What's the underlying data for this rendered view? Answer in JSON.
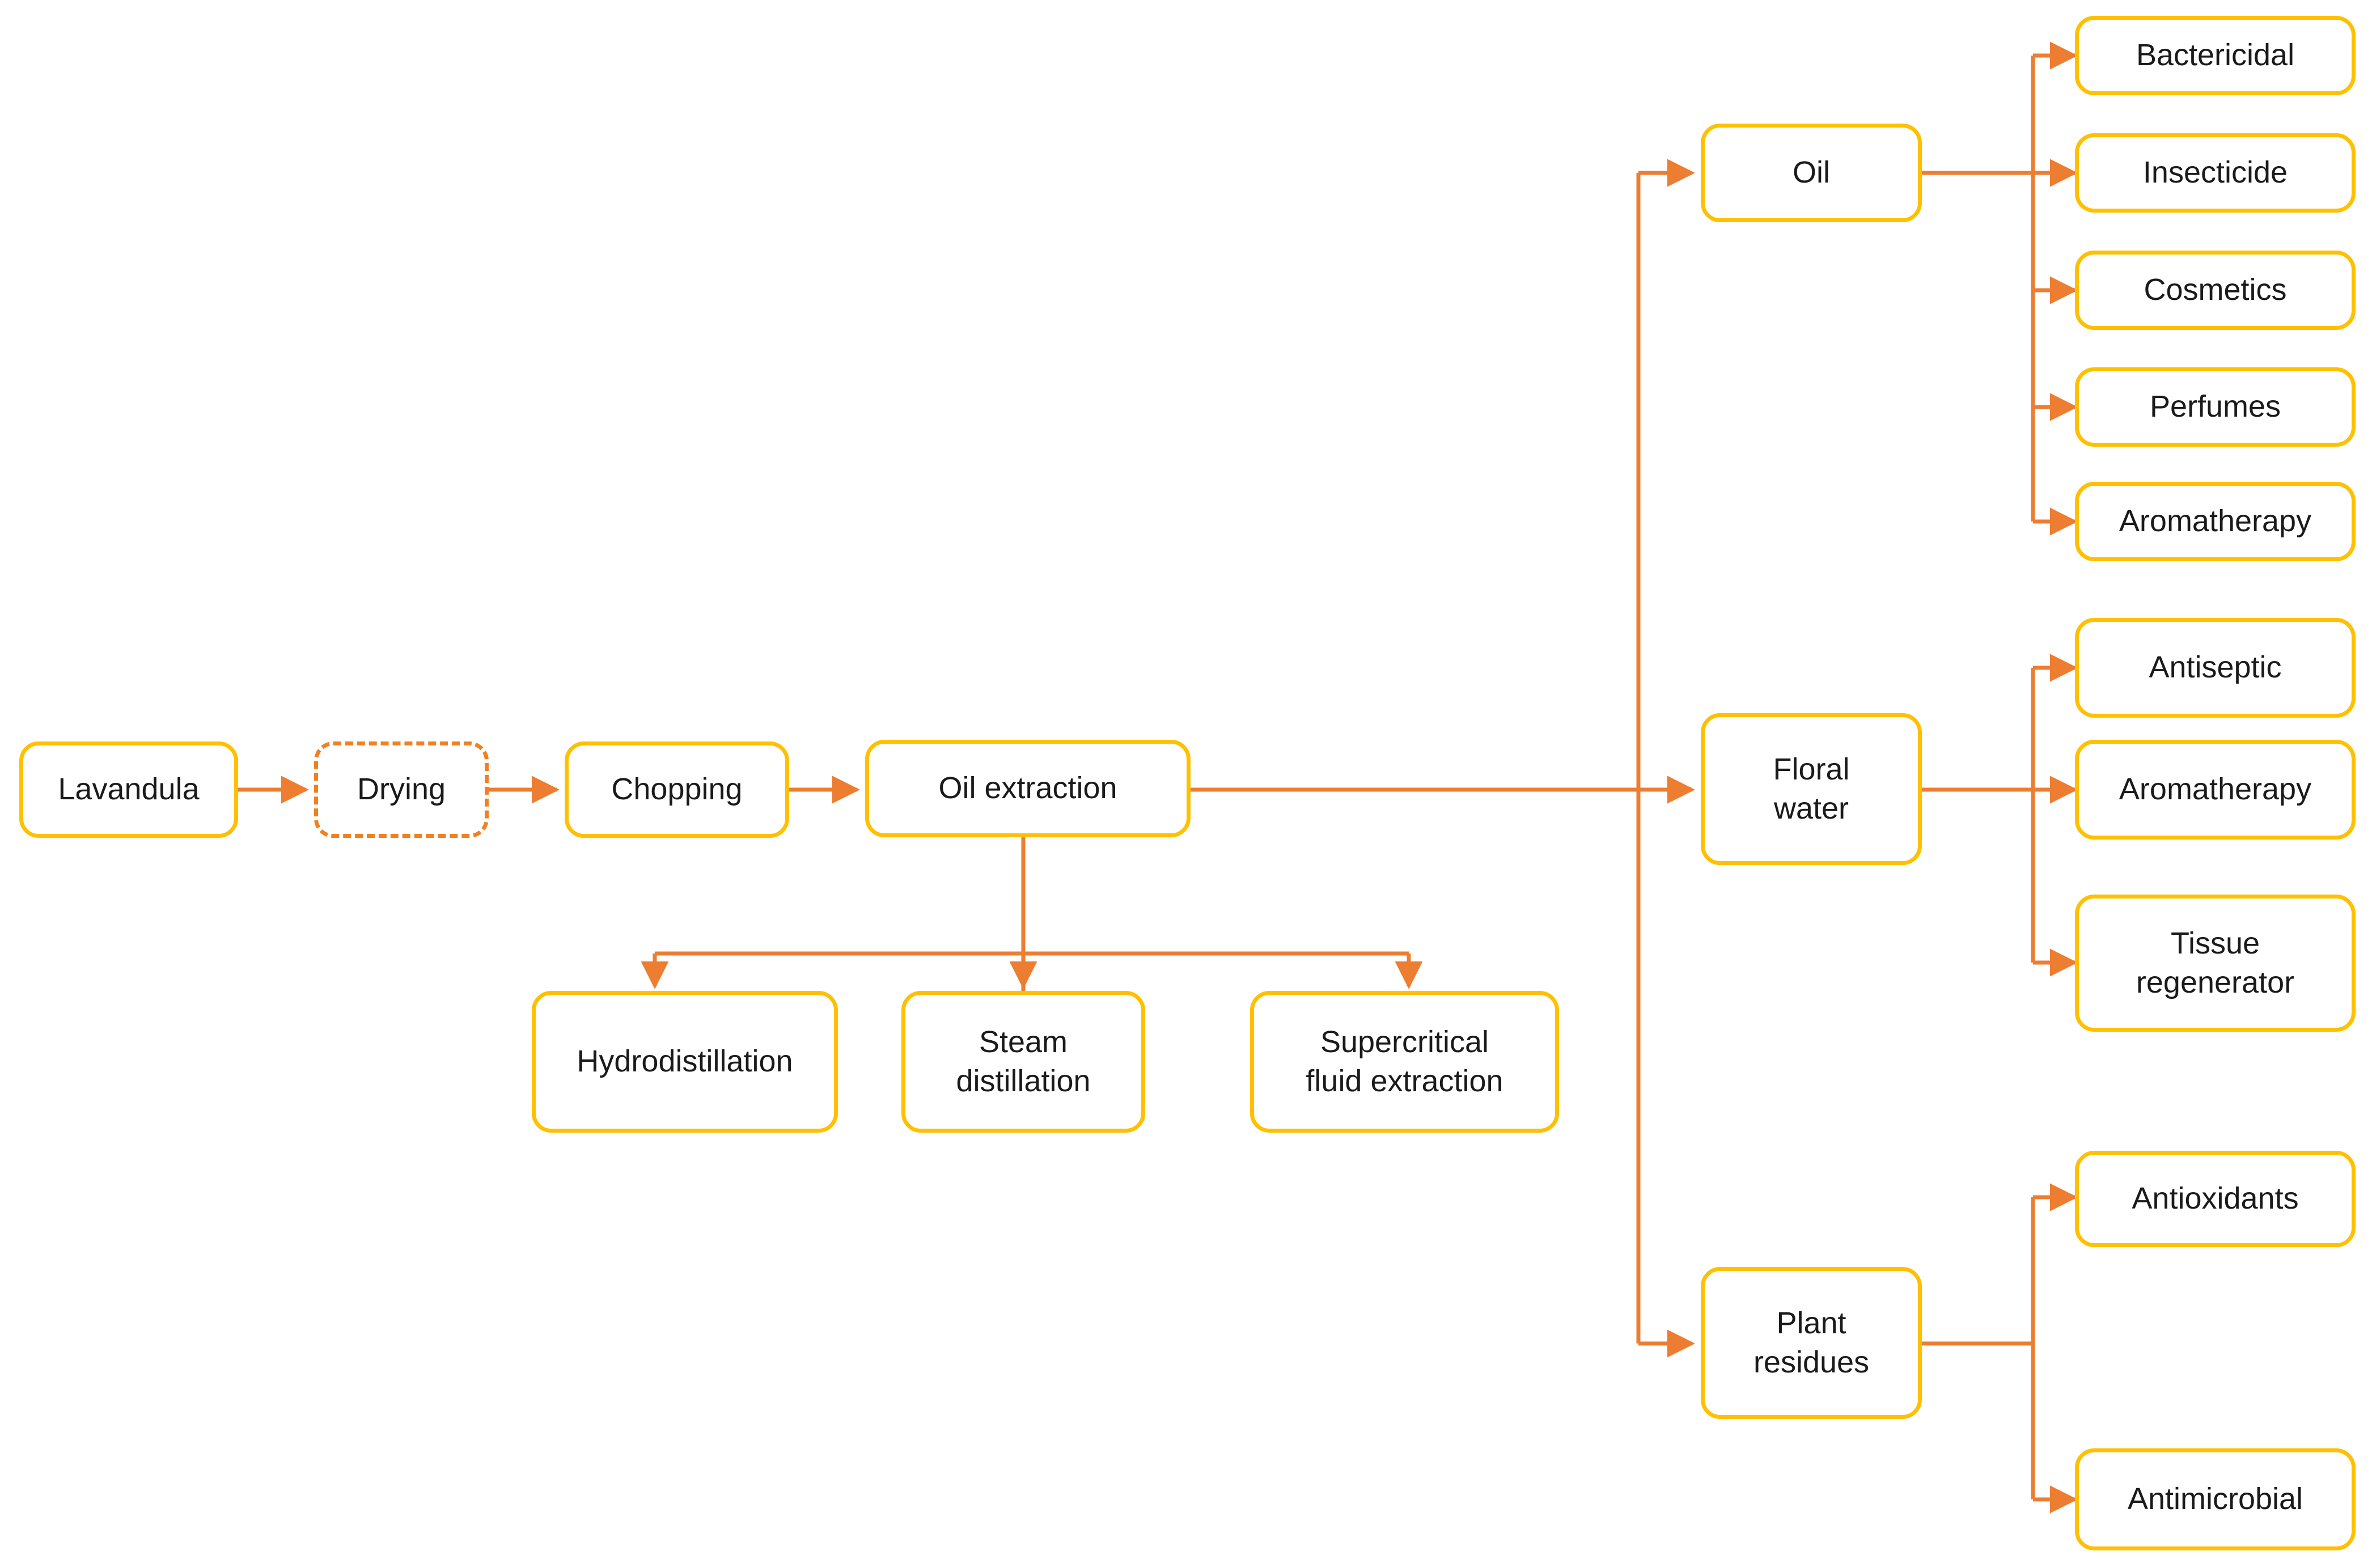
{
  "diagram": {
    "title": "Lavandula processing and applications flowchart",
    "colors": {
      "node_border": "#FFC000",
      "dashed_node_border": "#F08020",
      "connector": "#ED7D31",
      "node_fill": "#FFFFFF",
      "text": "#1A1A1A"
    },
    "nodes": {
      "lavandula": {
        "label": "Lavandula",
        "style": "solid"
      },
      "drying": {
        "label": "Drying",
        "style": "dashed"
      },
      "chopping": {
        "label": "Chopping",
        "style": "solid"
      },
      "oil_extraction": {
        "label": "Oil extraction",
        "style": "solid"
      },
      "hydrodistillation": {
        "label": "Hydrodistillation",
        "style": "solid"
      },
      "steam_distillation": {
        "label": "Steam\ndistillation",
        "style": "solid"
      },
      "supercritical_fluid_extraction": {
        "label": "Supercritical\nfluid extraction",
        "style": "solid"
      },
      "oil": {
        "label": "Oil",
        "style": "solid"
      },
      "floral_water": {
        "label": "Floral\nwater",
        "style": "solid"
      },
      "plant_residues": {
        "label": "Plant\nresidues",
        "style": "solid"
      },
      "bactericidal": {
        "label": "Bactericidal",
        "style": "solid"
      },
      "insecticide": {
        "label": "Insecticide",
        "style": "solid"
      },
      "cosmetics": {
        "label": "Cosmetics",
        "style": "solid"
      },
      "perfumes": {
        "label": "Perfumes",
        "style": "solid"
      },
      "aromatherapy_oil": {
        "label": "Aromatherapy",
        "style": "solid"
      },
      "antiseptic": {
        "label": "Antiseptic",
        "style": "solid"
      },
      "aromatherapy_water": {
        "label": "Aromatherapy",
        "style": "solid"
      },
      "tissue_regenerator": {
        "label": "Tissue\nregenerator",
        "style": "solid"
      },
      "antioxidants": {
        "label": "Antioxidants",
        "style": "solid"
      },
      "antimicrobial": {
        "label": "Antimicrobial",
        "style": "solid"
      }
    },
    "groups": {
      "oil_products": [
        "Bactericidal",
        "Insecticide",
        "Cosmetics",
        "Perfumes",
        "Aromatherapy"
      ],
      "floral_water_products": [
        "Antiseptic",
        "Aromatherapy",
        "Tissue regenerator"
      ],
      "plant_residue_products": [
        "Antioxidants",
        "Antimicrobial"
      ],
      "extraction_methods": [
        "Hydrodistillation",
        "Steam distillation",
        "Supercritical fluid extraction"
      ],
      "process_chain": [
        "Lavandula",
        "Drying",
        "Chopping",
        "Oil extraction"
      ],
      "outputs": [
        "Oil",
        "Floral water",
        "Plant residues"
      ]
    },
    "edges": [
      {
        "from": "Lavandula",
        "to": "Drying"
      },
      {
        "from": "Drying",
        "to": "Chopping"
      },
      {
        "from": "Chopping",
        "to": "Oil extraction"
      },
      {
        "from": "Oil extraction",
        "to": "Hydrodistillation"
      },
      {
        "from": "Oil extraction",
        "to": "Steam distillation"
      },
      {
        "from": "Oil extraction",
        "to": "Supercritical fluid extraction"
      },
      {
        "from": "Oil extraction",
        "to": "Oil"
      },
      {
        "from": "Oil extraction",
        "to": "Floral water"
      },
      {
        "from": "Oil extraction",
        "to": "Plant residues"
      },
      {
        "from": "Oil",
        "to": "Bactericidal"
      },
      {
        "from": "Oil",
        "to": "Insecticide"
      },
      {
        "from": "Oil",
        "to": "Cosmetics"
      },
      {
        "from": "Oil",
        "to": "Perfumes"
      },
      {
        "from": "Oil",
        "to": "Aromatherapy"
      },
      {
        "from": "Floral water",
        "to": "Antiseptic"
      },
      {
        "from": "Floral water",
        "to": "Aromatherapy"
      },
      {
        "from": "Floral water",
        "to": "Tissue regenerator"
      },
      {
        "from": "Plant residues",
        "to": "Antioxidants"
      },
      {
        "from": "Plant residues",
        "to": "Antimicrobial"
      }
    ]
  }
}
